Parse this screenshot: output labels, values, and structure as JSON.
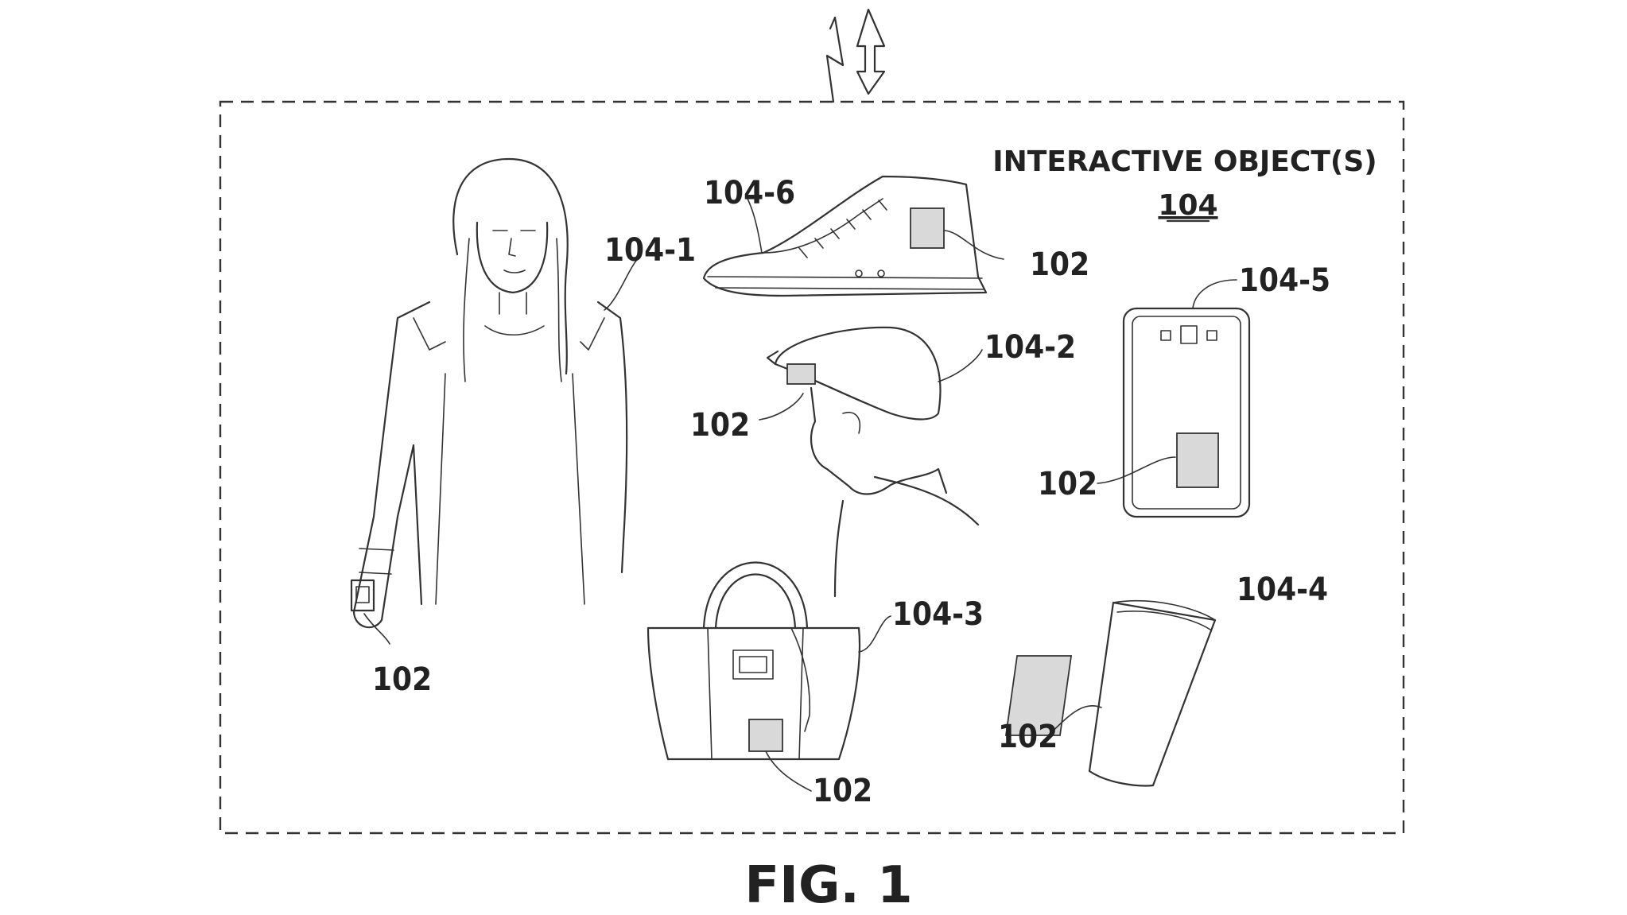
{
  "figure": {
    "caption": "FIG. 1",
    "heading": "INTERACTIVE OBJECT(S)",
    "heading_ref": "104"
  },
  "objects": {
    "jacket": {
      "ref": "104-1",
      "patch_ref": "102"
    },
    "shoe": {
      "ref": "104-6",
      "patch_ref": "102"
    },
    "cap": {
      "ref": "104-2",
      "patch_ref": "102"
    },
    "phone": {
      "ref": "104-5",
      "patch_ref": "102"
    },
    "bag": {
      "ref": "104-3",
      "patch_ref": "102"
    },
    "cup": {
      "ref": "104-4",
      "patch_ref": "102"
    }
  }
}
